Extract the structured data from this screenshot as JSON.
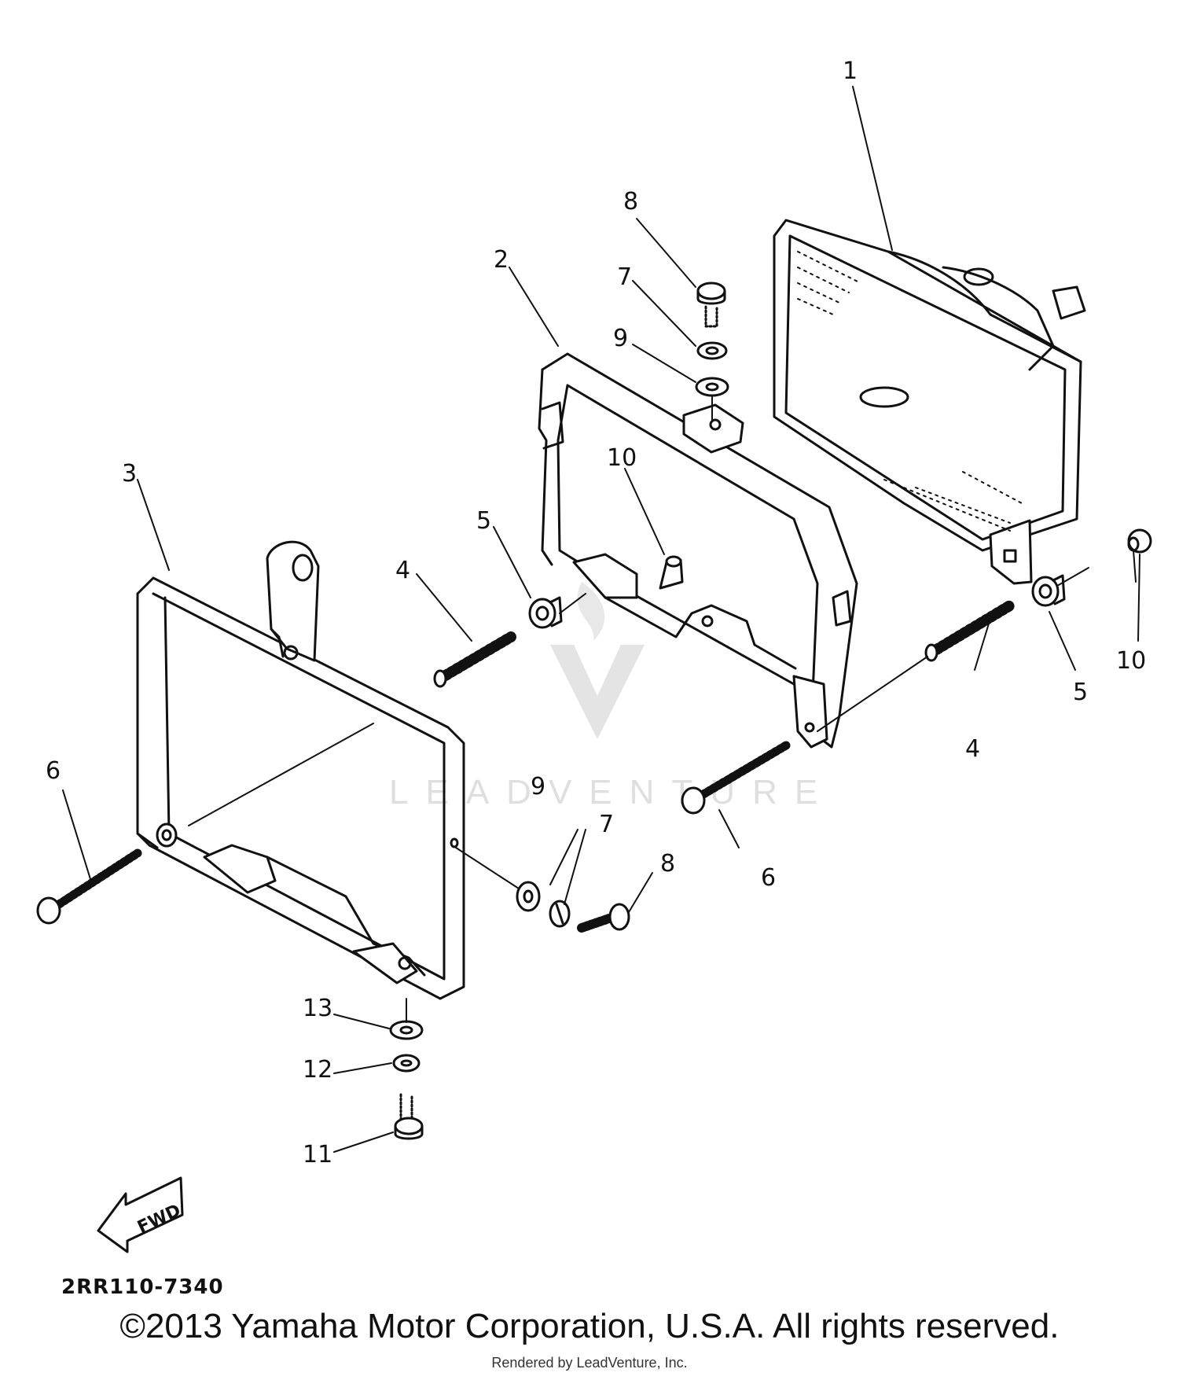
{
  "diagram": {
    "catalog_code": "2RR110-7340",
    "fwd_label": "FWD",
    "watermark": "LEADVENTURE",
    "callouts": {
      "c1": "1",
      "c2": "2",
      "c3": "3",
      "c4a": "4",
      "c4b": "4",
      "c5a": "5",
      "c5b": "5",
      "c6a": "6",
      "c6b": "6",
      "c7a": "7",
      "c7b": "7",
      "c8a": "8",
      "c8b": "8",
      "c9a": "9",
      "c9b": "9",
      "c10a": "10",
      "c10b": "10",
      "c11": "11",
      "c12": "12",
      "c13": "13"
    }
  },
  "footer": {
    "copyright": "©2013 Yamaha Motor Corporation, U.S.A. All rights reserved.",
    "rendered_by": "Rendered by LeadVenture, Inc."
  }
}
